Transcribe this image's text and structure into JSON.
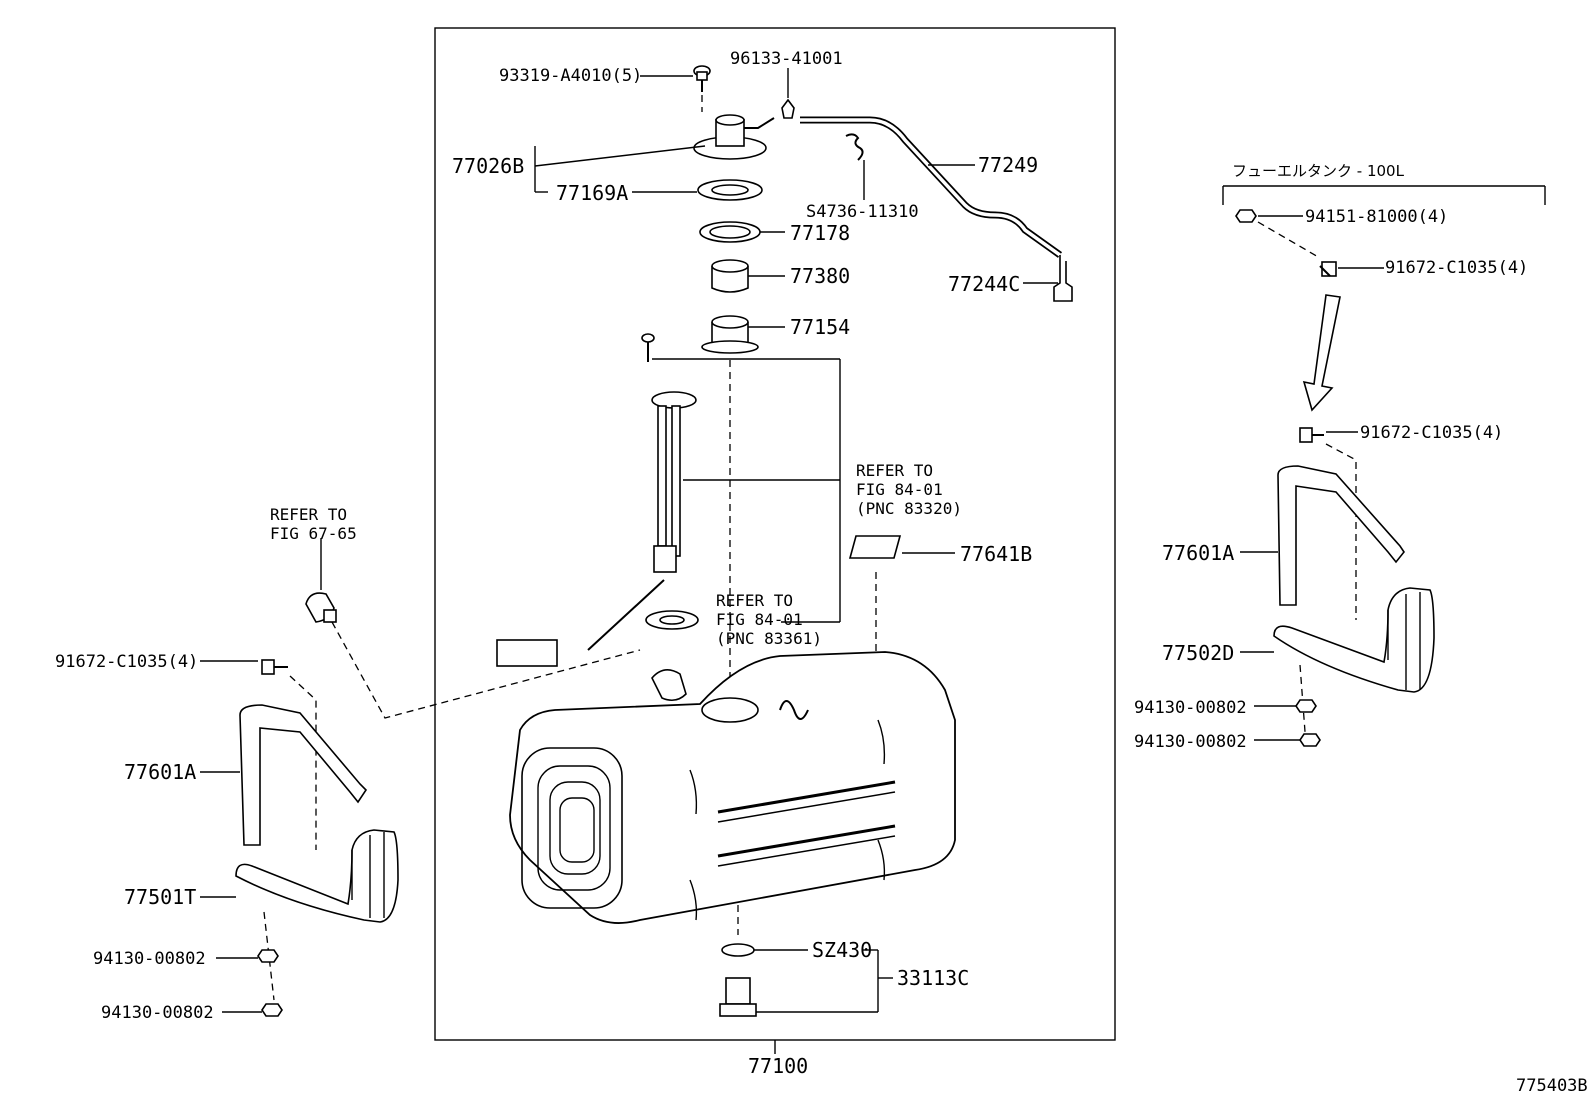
{
  "diagram": {
    "figure_number": "775403B",
    "callouts": {
      "c93319": "93319-A4010(5)",
      "c96133": "96133-41001",
      "c77026B": "77026B",
      "c77169A": "77169A",
      "c77249": "77249",
      "cS4736": "S4736-11310",
      "c77178": "77178",
      "c77380": "77380",
      "c77244C": "77244C",
      "c77154": "77154",
      "c77641B": "77641B",
      "cSZ430": "SZ430",
      "c33113C": "33113C",
      "c77100": "77100",
      "left_91672": "91672-C1035(4)",
      "left_77601A": "77601A",
      "left_77501T": "77501T",
      "left_94130_a": "94130-00802",
      "left_94130_b": "94130-00802",
      "right_94151": "94151-81000(4)",
      "right_91672_a": "91672-C1035(4)",
      "right_91672_b": "91672-C1035(4)",
      "right_77601A": "77601A",
      "right_77502D": "77502D",
      "right_94130_a": "94130-00802",
      "right_94130_b": "94130-00802"
    },
    "refs": {
      "sender_top": {
        "l1": "REFER TO",
        "l2": "FIG 84-01",
        "l3": "(PNC 83320)"
      },
      "sender_mid": {
        "l1": "REFER TO",
        "l2": "FIG 84-01",
        "l3": "(PNC 83361)"
      },
      "left_sensor": {
        "l1": "REFER TO",
        "l2": "FIG 67-65"
      }
    },
    "variant_label": "フューエルタンク - 100L"
  }
}
